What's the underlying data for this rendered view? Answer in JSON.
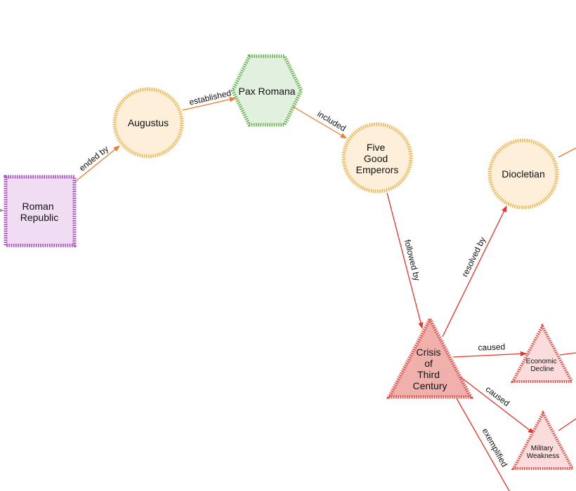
{
  "nodes": {
    "roman_republic": {
      "lines": [
        "Roman",
        "Republic"
      ]
    },
    "augustus": {
      "lines": [
        "Augustus"
      ]
    },
    "pax_romana": {
      "lines": [
        "Pax Romana"
      ]
    },
    "five_good_emperors": {
      "lines": [
        "Five",
        "Good",
        "Emperors"
      ]
    },
    "diocletian": {
      "lines": [
        "Diocletian"
      ]
    },
    "crisis": {
      "lines": [
        "Crisis",
        "of",
        "Third",
        "Century"
      ]
    },
    "economic_decline": {
      "lines": [
        "Economic",
        "Decline"
      ]
    },
    "military_weakness": {
      "lines": [
        "Military",
        "Weakness"
      ]
    }
  },
  "edges": {
    "ended_by": "ended by",
    "established": "established",
    "included": "included",
    "followed_by": "followed by",
    "resolved_by": "resolved by",
    "caused_economic": "caused",
    "caused_military": "caused",
    "exemplified": "exemplified"
  },
  "colors": {
    "person_fill": "#fdefd9",
    "person_stroke": "#f0b44c",
    "event_fill": "#f0dcf3",
    "event_stroke": "#a64bc0",
    "era_fill": "#e2f1df",
    "era_stroke": "#6ab454",
    "crisis_fill": "#f0b1ad",
    "crisis_stroke": "#e3514a",
    "effect_fill": "#f9dcdb",
    "effect_stroke": "#e3514a",
    "edge_orange": "#f07a2c",
    "edge_red": "#e5322b",
    "edge_gray": "#999999"
  }
}
